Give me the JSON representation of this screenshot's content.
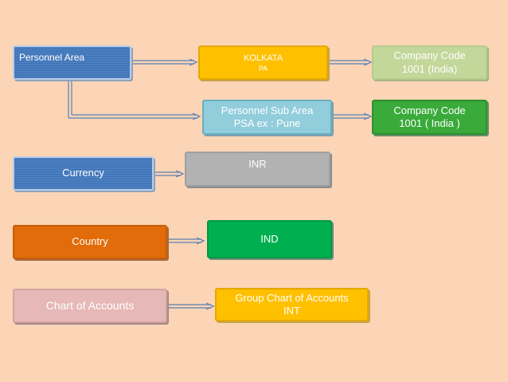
{
  "diagram": {
    "personnel_area": "Personnel Area",
    "kolkata_line1": "KOLKATA",
    "kolkata_line2": "PA",
    "company_code_top_line1": "Company Code",
    "company_code_top_line2": "1001 (India)",
    "psa_line1": "Personnel Sub  Area",
    "psa_line2": "PSA  ex : Pune",
    "company_code_bottom_line1": "Company Code",
    "company_code_bottom_line2": "1001 ( India )",
    "currency": "Currency",
    "inr": "INR",
    "country": "Country",
    "ind": "IND",
    "chart_of_accounts": "Chart of Accounts",
    "group_chart_line1": "Group Chart of Accounts",
    "group_chart_line2": "INT"
  },
  "colors": {
    "background": "#fbd5b5",
    "blue": "#4a7fc1",
    "yellow": "#ffc000",
    "light_blue": "#92cddc",
    "sage": "#c4d79b",
    "green": "#3aaa3a",
    "gray": "#b2b2b2",
    "bright_green": "#00b050",
    "orange": "#e26b0a",
    "pink": "#e6b8b7",
    "connector": "#5b7fb5"
  }
}
